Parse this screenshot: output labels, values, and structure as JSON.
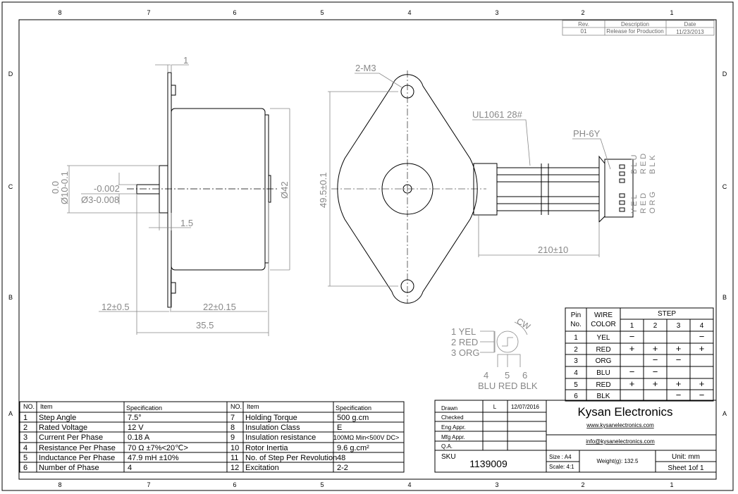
{
  "zone_columns": [
    "8",
    "7",
    "6",
    "5",
    "4",
    "3",
    "2",
    "1"
  ],
  "zone_rows": [
    "D",
    "C",
    "B",
    "A"
  ],
  "revision": {
    "headers": [
      "Rev.",
      "Description",
      "Date"
    ],
    "row": [
      "01",
      "Release for Production",
      "11/23/2013"
    ]
  },
  "dimensions": {
    "flange_thickness": "1",
    "shaft_dia_top": "0.0",
    "shaft_dia": "Ø10-0.1",
    "shaft_tol_top": "-0.002",
    "shaft_small": "Ø3-0.008",
    "boss_len": "1.5",
    "body_dia": "Ø42",
    "shaft_len": "12±0.5",
    "body_len": "22±0.15",
    "total_len": "35.5",
    "mount_holes": "2-M3",
    "wire": "UL1061 28#",
    "connector": "PH-6Y",
    "hole_spacing": "49.5±0.1",
    "lead_len": "210±10"
  },
  "connector_labels": [
    "YEL",
    "RED",
    "ORG",
    "BLU",
    "RED",
    "BLK"
  ],
  "schematic": {
    "direction": "CW",
    "left": [
      "1  YEL",
      "2 RED",
      "3 ORG"
    ],
    "bottom_nums": [
      "4",
      "5",
      "6"
    ],
    "bottom_colors": "BLU RED BLK"
  },
  "step_table": {
    "headers": {
      "pin": [
        "Pin",
        "No."
      ],
      "color": [
        "WIRE",
        "COLOR"
      ],
      "step": "STEP",
      "steps": [
        "1",
        "2",
        "3",
        "4"
      ]
    },
    "rows": [
      {
        "pin": "1",
        "color": "YEL",
        "s": [
          "−",
          "",
          "",
          "−"
        ]
      },
      {
        "pin": "2",
        "color": "RED",
        "s": [
          "+",
          "+",
          "+",
          "+"
        ]
      },
      {
        "pin": "3",
        "color": "ORG",
        "s": [
          "",
          "−",
          "−",
          ""
        ]
      },
      {
        "pin": "4",
        "color": "BLU",
        "s": [
          "−",
          "−",
          "",
          ""
        ]
      },
      {
        "pin": "5",
        "color": "RED",
        "s": [
          "+",
          "+",
          "+",
          "+"
        ]
      },
      {
        "pin": "6",
        "color": "BLK",
        "s": [
          "",
          "",
          "−",
          "−"
        ]
      }
    ]
  },
  "spec_table": {
    "headers": [
      "NO.",
      "Item",
      "Specification",
      "NO.",
      "Item",
      "Specification"
    ],
    "left": [
      [
        "1",
        "Step Angle",
        "7.5°"
      ],
      [
        "2",
        "Rated Voltage",
        "12 V"
      ],
      [
        "3",
        "Current Per Phase",
        "0.18 A"
      ],
      [
        "4",
        "Resistance Per Phase",
        "70 Ω  ±7%<20℃>"
      ],
      [
        "5",
        "Inductance Per Phase",
        "47.9 mH ±10%"
      ],
      [
        "6",
        "Number of Phase",
        "4"
      ]
    ],
    "right": [
      [
        "7",
        "Holding Torque",
        "500 g.cm"
      ],
      [
        "8",
        "Insulation Class",
        "E"
      ],
      [
        "9",
        "Insulation resistance",
        "100MΩ Min<500V DC>"
      ],
      [
        "10",
        "Rotor Inertia",
        "9.6 g.cm²"
      ],
      [
        "11",
        "No. of Step Per Revolution",
        "48"
      ],
      [
        "12",
        "Excitation",
        "2-2"
      ]
    ]
  },
  "title_block": {
    "approvals": [
      [
        "Drawn",
        "L",
        "12/07/2016"
      ],
      [
        "Checked",
        "",
        ""
      ],
      [
        "Eng Appr.",
        "",
        ""
      ],
      [
        "Mfg Appr.",
        "",
        ""
      ],
      [
        "Q.A.",
        "",
        ""
      ]
    ],
    "company": "Kysan Electronics",
    "website": "www.kysanelectronics.com",
    "email": "info@kysanelectronics.com",
    "sku_label": "SKU",
    "sku": "1139009",
    "size": "Size : A4",
    "scale": "Scale: 4:1",
    "weight": "Weight(g):  132.5",
    "unit": "Unit: mm",
    "sheet": "Sheet 1of 1"
  }
}
